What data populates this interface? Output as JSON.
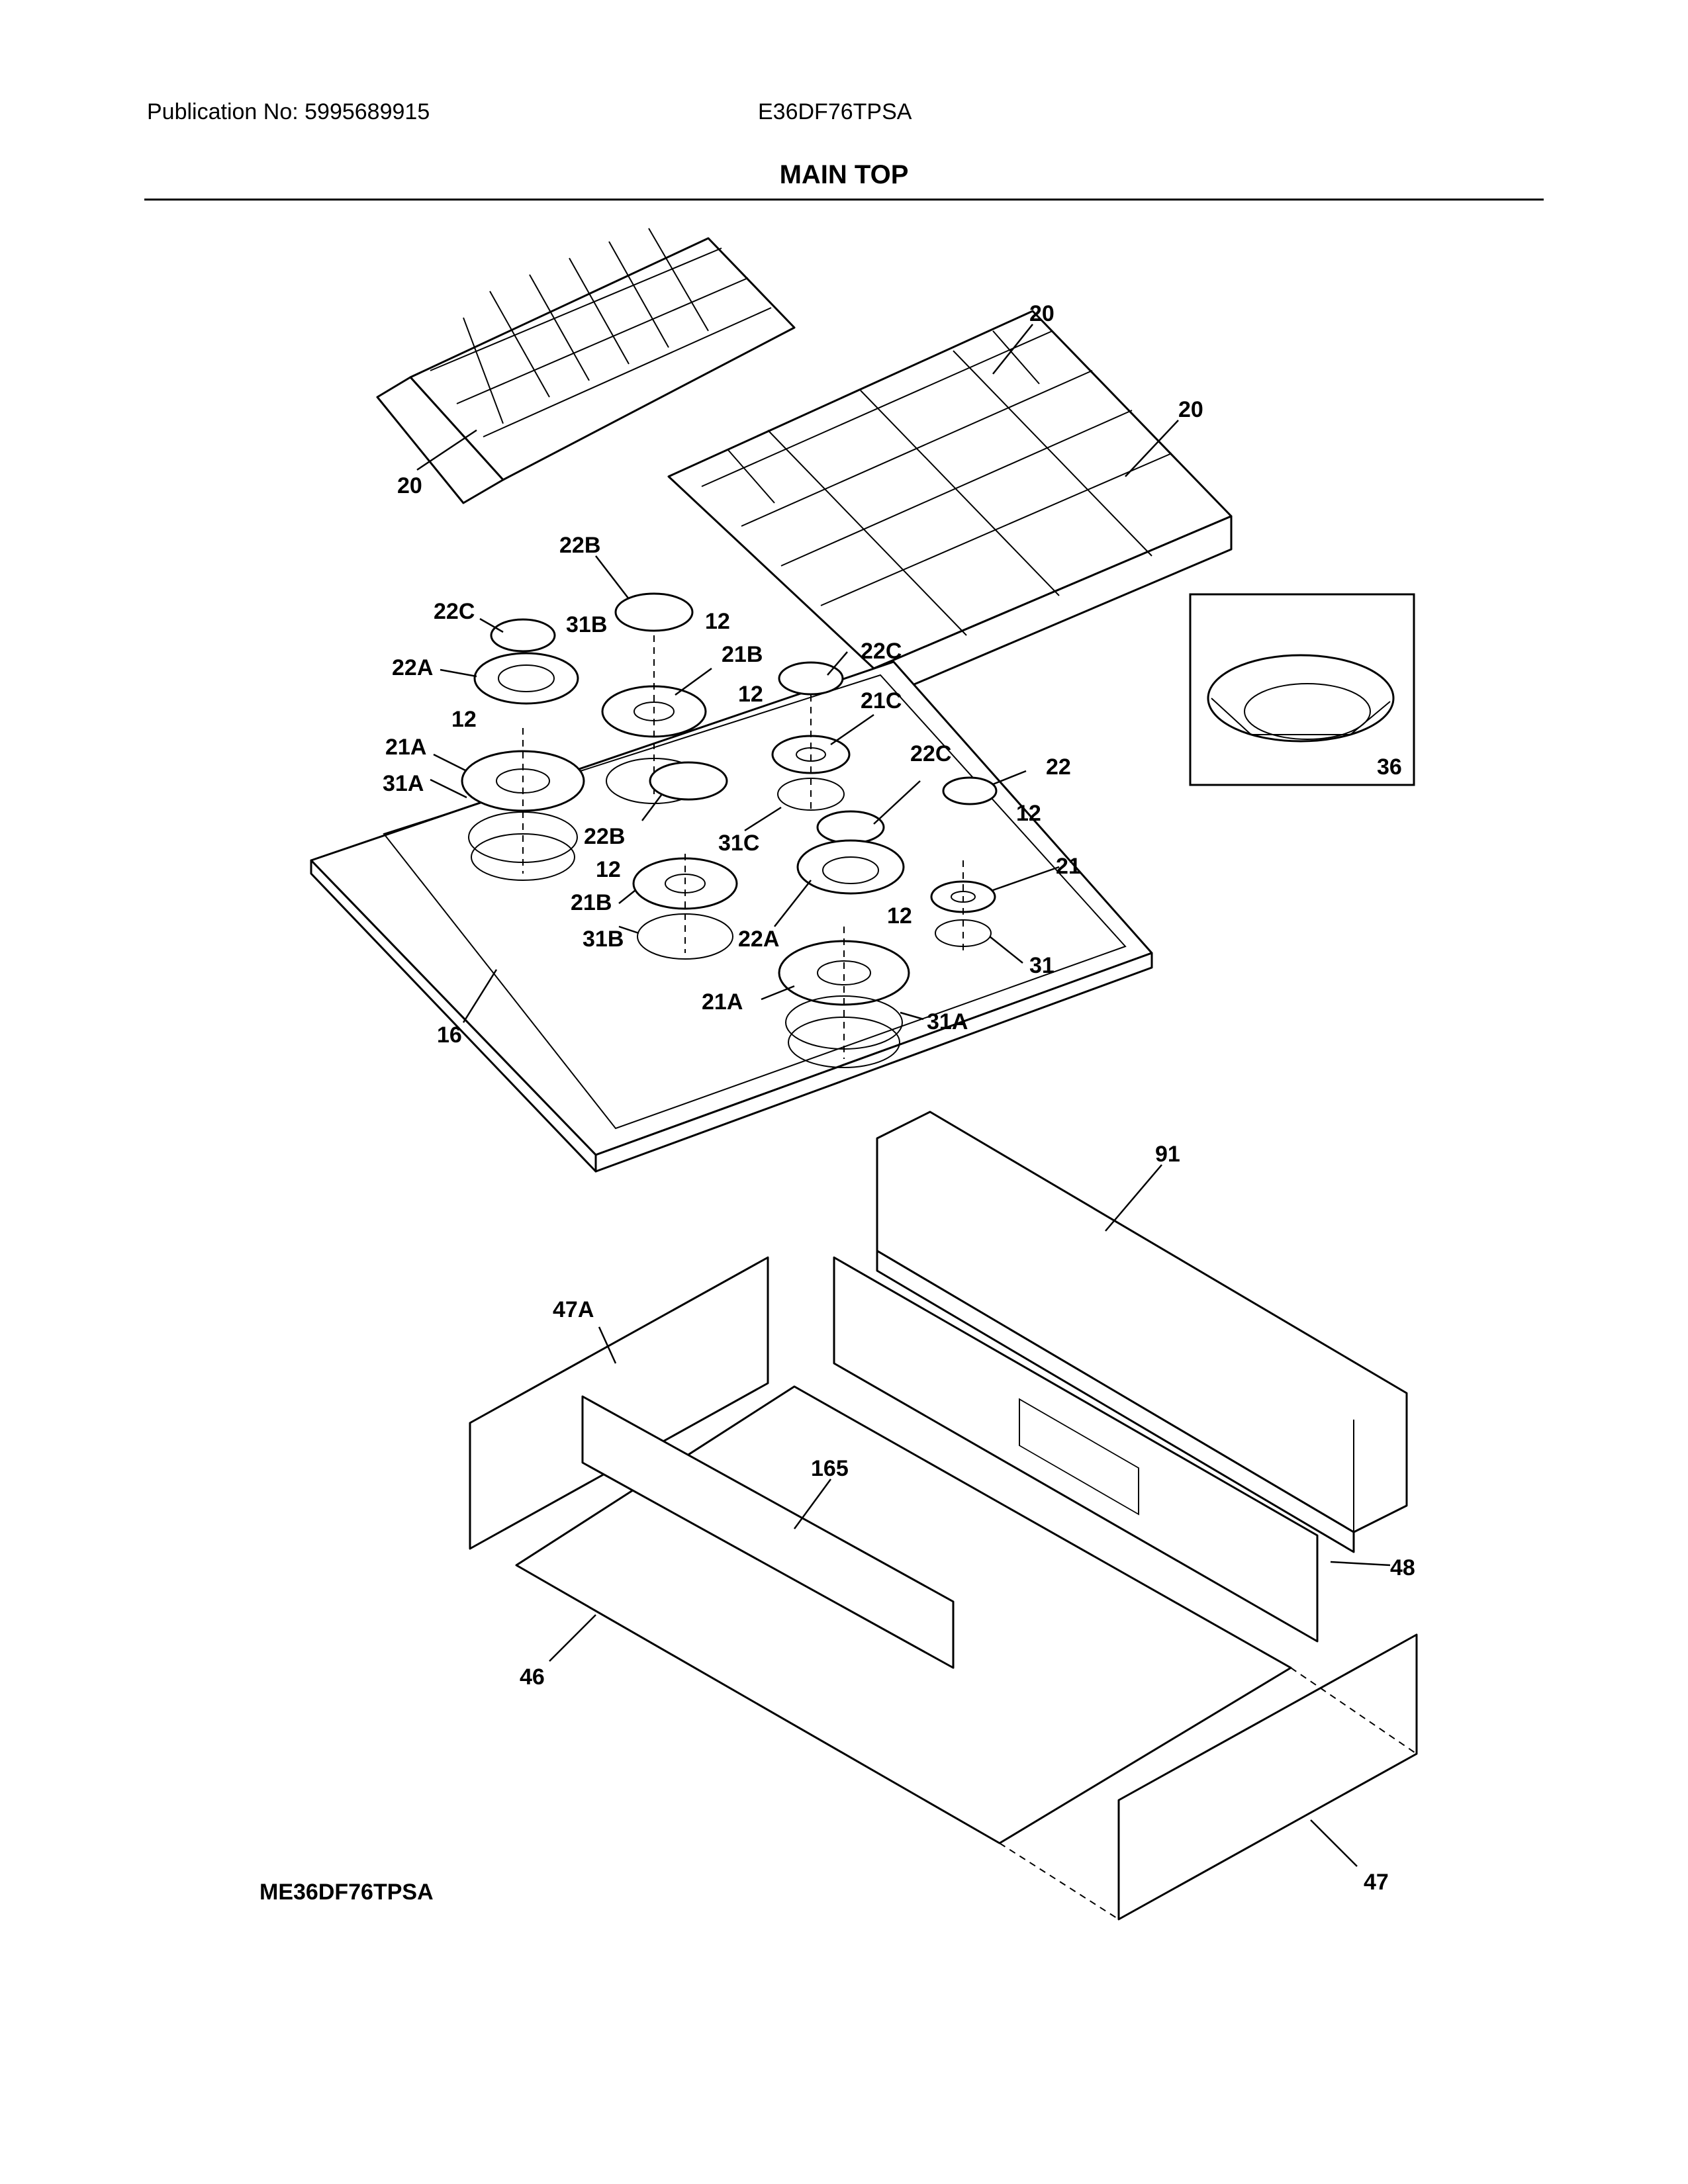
{
  "header": {
    "publication": "Publication No: 5995689915",
    "model": "E36DF76TPSA",
    "section_title": "MAIN TOP"
  },
  "footer": {
    "diagram_code": "ME36DF76TPSA"
  },
  "part_labels": {
    "p20a": "20",
    "p20b": "20",
    "p20c": "20",
    "p22B_top": "22B",
    "p22C_left": "22C",
    "p31B_top": "31B",
    "p12_a": "12",
    "p21B_top": "21B",
    "p22C_mid": "22C",
    "p22A_left": "22A",
    "p12_b": "12",
    "p21C": "21C",
    "p12_c": "12",
    "p21A_left": "21A",
    "p22C_right": "22C",
    "p22": "22",
    "p31A_left": "31A",
    "p12_d": "12",
    "p22B_mid": "22B",
    "p31C": "31C",
    "p21": "21",
    "p12_e": "12",
    "p21B_low": "21B",
    "p12_f": "12",
    "p31B_low": "31B",
    "p22A_mid": "22A",
    "p31": "31",
    "p21A_low": "21A",
    "p31A_low": "31A",
    "p16": "16",
    "p36": "36",
    "p91": "91",
    "p47A": "47A",
    "p165": "165",
    "p48": "48",
    "p46": "46",
    "p47": "47"
  }
}
